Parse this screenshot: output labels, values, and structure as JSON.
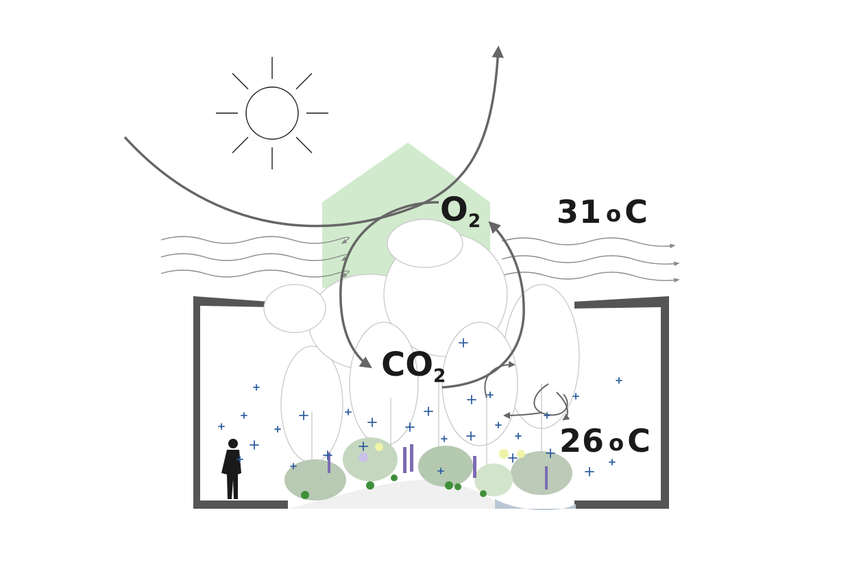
{
  "labels": {
    "o2": {
      "main": "O",
      "sub": "2"
    },
    "co2": {
      "main": "CO",
      "sub": "2"
    },
    "temp_outside": {
      "value": "31",
      "deg": "o",
      "unit": "C"
    },
    "temp_inside": {
      "value": "26",
      "deg": "o",
      "unit": "C"
    }
  },
  "colors": {
    "wall": "#555555",
    "arrow": "#666666",
    "wind": "#8a8a8a",
    "greenhouse": "#c9e6c4",
    "plus": "#2e5e9e",
    "foliage_stroke": "#c8c8c8",
    "ground": "#f3f3f3",
    "water": "#b9c7d4",
    "person": "#1a1a1a"
  },
  "icons": [
    "sun-icon",
    "person-icon",
    "tree-icon",
    "wind-arrow-icon",
    "plus-icon"
  ]
}
